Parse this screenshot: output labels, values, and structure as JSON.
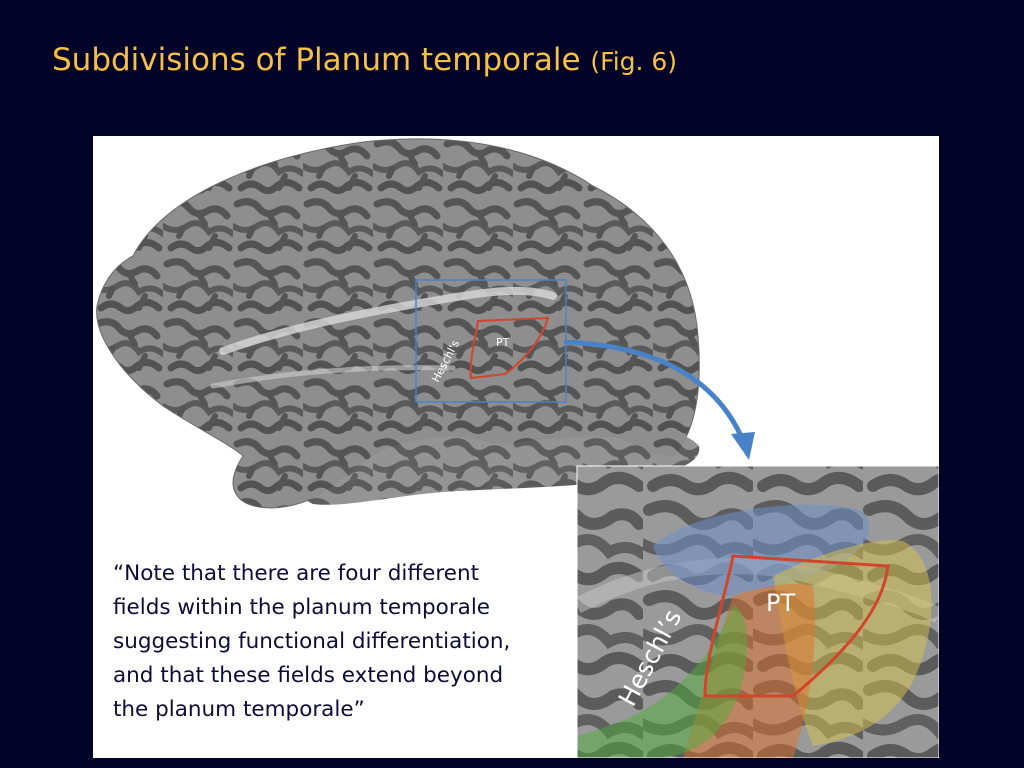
{
  "slide": {
    "title_main": "Subdivisions of Planum temporale",
    "title_fig": "(Fig. 6)",
    "colors": {
      "background": "#03032a",
      "title": "#f5c043",
      "roi_box": "#4a82c8",
      "pt_outline": "#d2452a",
      "field_blue": "#6f8fc8",
      "field_orange": "#e0702a",
      "field_yellow": "#d7c34a",
      "field_green": "#4fae3c"
    }
  },
  "figure": {
    "label_heschls_small": "Heschl's",
    "label_pt_small": "PT",
    "label_heschls_large": "Heschl’s",
    "label_pt_large": "PT",
    "quote": "“Note that there are four different\nfields within the planum temporale\nsuggesting functional differentiation,\nand that these fields extend beyond\nthe planum temporale”"
  }
}
